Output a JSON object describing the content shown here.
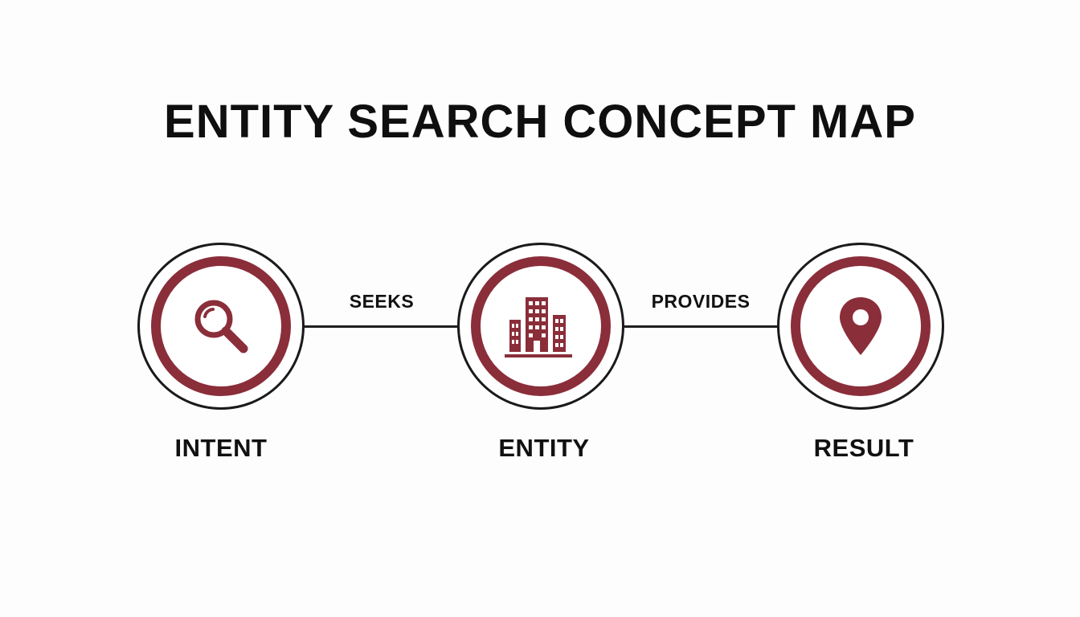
{
  "title": "ENTITY SEARCH CONCEPT MAP",
  "colors": {
    "accent": "#8a2e3a",
    "outline": "#1a1a1a",
    "text": "#111111",
    "background": "#fdfdfd"
  },
  "nodes": [
    {
      "label": "INTENT",
      "icon": "magnifying-glass-icon"
    },
    {
      "label": "ENTITY",
      "icon": "buildings-icon"
    },
    {
      "label": "RESULT",
      "icon": "location-pin-icon"
    }
  ],
  "edges": [
    {
      "label": "SEEKS"
    },
    {
      "label": "PROVIDES"
    }
  ]
}
